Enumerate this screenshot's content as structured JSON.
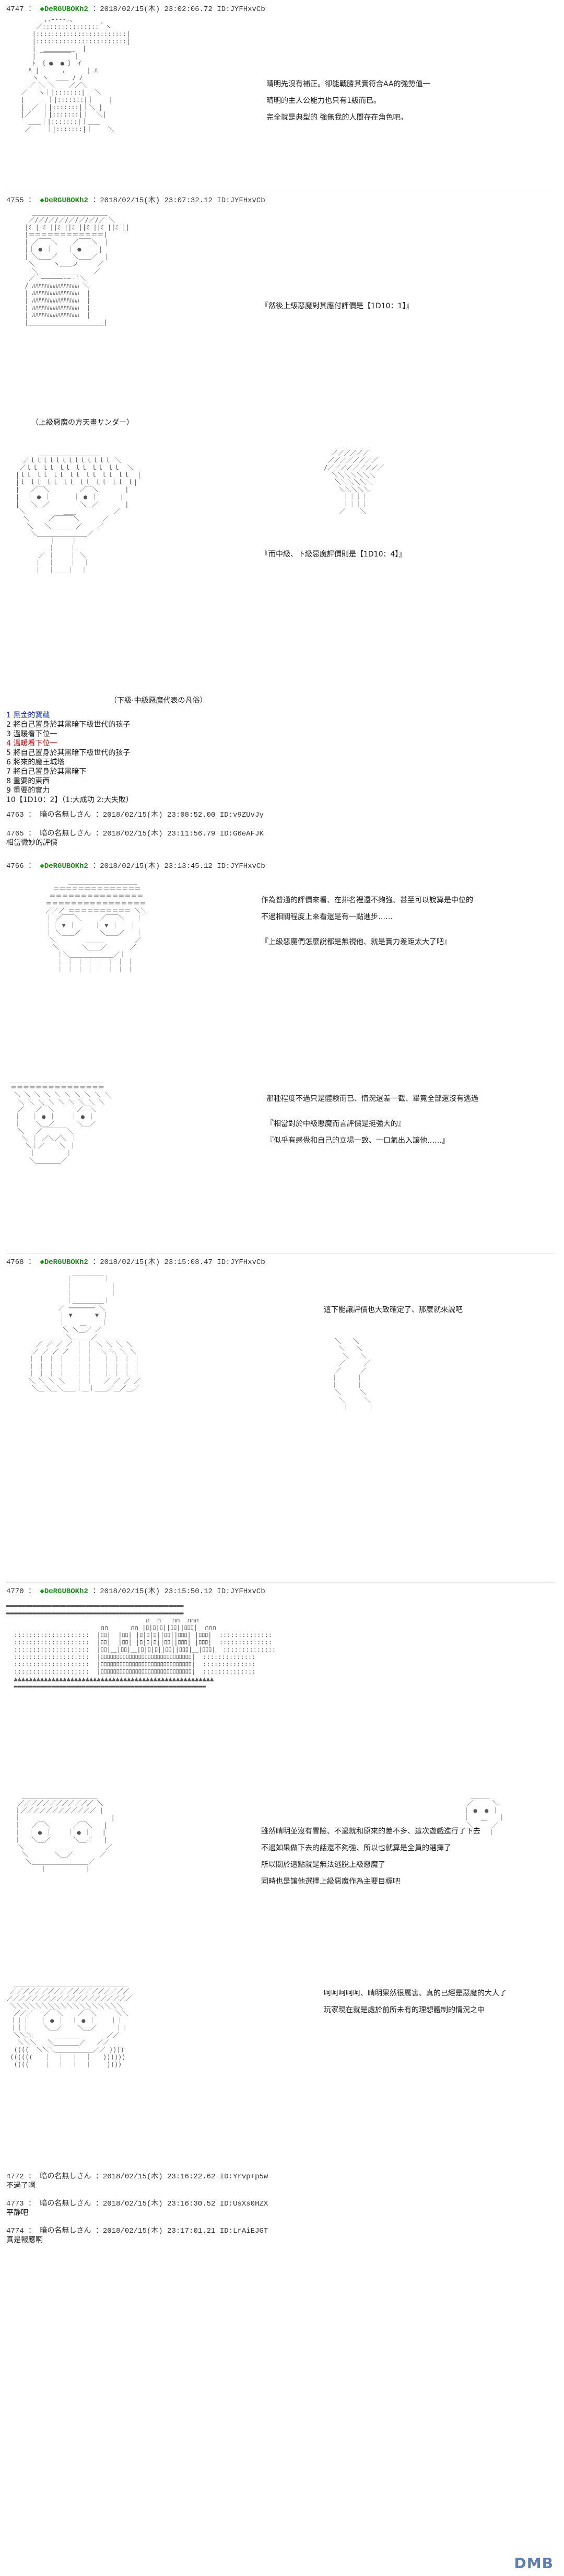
{
  "posts": [
    {
      "num": "4747",
      "name": "◆DeRGUBOKh2",
      "meta": "：2018/02/15(木) 23:02:06.72 ID:JYFHxvCb",
      "lines": [
        "晴明先沒有補正。卻能戰勝其實符合AA的強勢值一",
        "晴明的主人公能力也只有1級而已。",
        "完全就是典型的 強無我的人間存在角色吧。"
      ]
    },
    {
      "num": "4755",
      "name": "◆DeRGUBOKh2",
      "meta": "：2018/02/15(木) 23:07:32.12 ID:JYFHxvCb",
      "lines": [
        "『然後上級惡魔對其應付評價是【1D10：1】』"
      ],
      "caption": "（上級惡魔の方天畫サンダー）"
    },
    {
      "num": "",
      "name": "",
      "meta": "",
      "lines": [
        "『而中級、下級惡魔評價則是【1D10：4】』"
      ],
      "caption": "（下級·中級惡魔代表の凡俗）"
    },
    {
      "num": "4763",
      "name": "暗の名無しさん",
      "meta": "：2018/02/15(木) 23:08:52.00 ID:v9ZUvJy",
      "lines": []
    },
    {
      "num": "4765",
      "name": "暗の名無しさん",
      "meta": "：2018/02/15(木) 23:11:56.79 ID:G6eAFJK",
      "lines": [
        "相當微妙的評價"
      ]
    },
    {
      "num": "4766",
      "name": "◆DeRGUBOKh2",
      "meta": "：2018/02/15(木) 23:13:45.12 ID:JYFHxvCb",
      "lines": [
        "作為普通的評價來看、在排名裡還不夠強、甚至可以說算是中位的",
        "不過相關程度上來看還是有一點進步……",
        "『上級惡魔們怎麼說都是無視他、就是實力差距太大了吧』",
        "那種程度不過只是體験而已、情況還差一截、畢竟全部還沒有逃過",
        "『相當對於中級悪魔而言評價是挺強大的』",
        "『似乎有感覺和自己的立場一致、一口氣出入讓他……』"
      ]
    },
    {
      "num": "4768",
      "name": "◆DeRGUBOKh2",
      "meta": "：2018/02/15(木) 23:15:08.47 ID:JYFHxvCb",
      "lines": [
        "這下能讓評價也大致確定了、那麼就來說吧"
      ]
    },
    {
      "num": "4770",
      "name": "◆DeRGUBOKh2",
      "meta": "：2018/02/15(木) 23:15:50.12 ID:JYFHxvCb",
      "lines": [
        "雖然晴明並沒有冒險、不過就和原來的差不多、這次遊戲進行了下去",
        "不過如果做下去的話還不夠強、所以也就算是全員的選擇了",
        "所以關於這點就是無法逃脫上級惡魔了",
        "同時也是讓他選擇上級惡魔作為主要目標吧",
        "呵呵呵呵呵、晴明果然很厲害、真的已經是惡魔的大人了",
        "玩家現在就是處於前所未有的理想體制的情況之中"
      ]
    },
    {
      "num": "4772",
      "name": "暗の名無しさん",
      "meta": "：2018/02/15(木) 23:16:22.62 ID:Yrvp+p5w",
      "lines": [
        "不過了啊"
      ]
    },
    {
      "num": "4773",
      "name": "暗の名無しさん",
      "meta": "：2018/02/15(木) 23:16:30.52 ID:UsXs0HZX",
      "lines": [
        "平靜吧"
      ]
    },
    {
      "num": "4774",
      "name": "暗の名無しさん",
      "meta": "：2018/02/15(木) 23:17:01.21 ID:LrAiEJGT",
      "lines": [
        "真是報應啊"
      ]
    }
  ],
  "vote_list": [
    {
      "text": "1 黑金的寶藏",
      "color": "blue"
    },
    {
      "text": "2 將自己置身於其黑暗下級世代的孩子",
      "color": "black"
    },
    {
      "text": "3 溫暖看下位一",
      "color": "black"
    },
    {
      "text": "4 溫暖看下位一",
      "color": "red"
    },
    {
      "text": "5 將自己置身於其黑暗下級世代的孩子",
      "color": "black"
    },
    {
      "text": "6 將來的魔王城塔",
      "color": "black"
    },
    {
      "text": "7 將自己置身於其黑暗下",
      "color": "black"
    },
    {
      "text": "8 重要的東西",
      "color": "black"
    },
    {
      "text": "9 重要的實力",
      "color": "black"
    }
  ],
  "vote_result": "10【1D10：2】（1:大成功  2:大失敗）",
  "watermark": "DMB"
}
